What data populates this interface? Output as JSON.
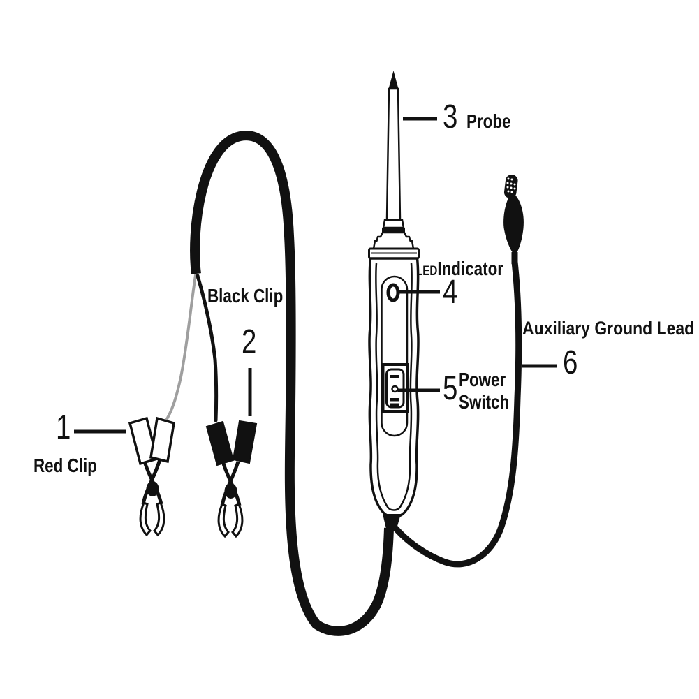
{
  "figure": {
    "description": "Line-art diagram of an automotive circuit tester power probe with numbered callouts",
    "background_color": "#ffffff",
    "ink_color": "#111111",
    "red_clip_wire_color": "#9f9f9f",
    "callouts": {
      "red_clip": {
        "number": "1",
        "label": "Red Clip"
      },
      "black_clip": {
        "number": "2",
        "label": "Black Clip"
      },
      "probe": {
        "number": "3",
        "label": "Probe"
      },
      "led_indicator": {
        "number": "4",
        "label_small": "LED",
        "label": "Indicator"
      },
      "power_switch": {
        "number": "5",
        "line1": "Power",
        "line2": "Switch"
      },
      "auxiliary_ground_lead": {
        "number": "6",
        "label": "Auxiliary Ground Lead"
      }
    }
  }
}
